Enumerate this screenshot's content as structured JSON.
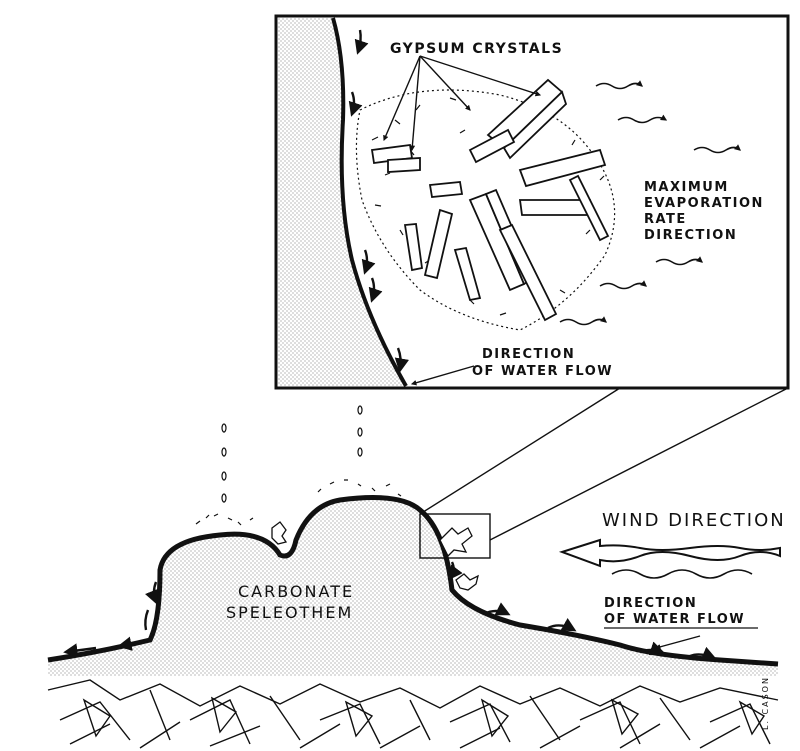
{
  "inset": {
    "label_crystals": "GYPSUM CRYSTALS",
    "label_evaporation": [
      "MAXIMUM",
      "EVAPORATION",
      "RATE",
      "DIRECTION"
    ],
    "label_flow": [
      "DIRECTION",
      "OF WATER FLOW"
    ]
  },
  "main": {
    "label_speleothem": [
      "CARBONATE",
      "SPELEOTHEM"
    ],
    "label_wind": "WIND DIRECTION",
    "label_flow": [
      "DIRECTION",
      "OF WATER FLOW"
    ]
  },
  "signature": "L. CASON",
  "colors": {
    "ink": "#111111",
    "paper": "#ffffff",
    "stipple": "#9a9a9a"
  }
}
